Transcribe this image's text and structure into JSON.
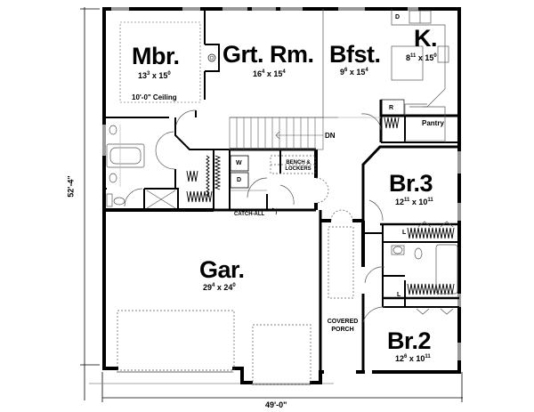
{
  "plan": {
    "overall_width": "49'-0\"",
    "overall_depth": "52'-4\"",
    "rooms": [
      {
        "id": "mbr",
        "name": "Mbr.",
        "dim_w": "13",
        "dim_w_sup": "3",
        "dim_d": "15",
        "dim_d_sup": "0",
        "note": "10'-0\" Ceiling"
      },
      {
        "id": "grt",
        "name": "Grt. Rm.",
        "dim_w": "16",
        "dim_w_sup": "4",
        "dim_d": "15",
        "dim_d_sup": "4"
      },
      {
        "id": "bfst",
        "name": "Bfst.",
        "dim_w": "9",
        "dim_w_sup": "6",
        "dim_d": "15",
        "dim_d_sup": "4"
      },
      {
        "id": "k",
        "name": "K.",
        "dim_w": "8",
        "dim_w_sup": "11",
        "dim_d": "15",
        "dim_d_sup": "0"
      },
      {
        "id": "br3",
        "name": "Br.3",
        "dim_w": "12",
        "dim_w_sup": "11",
        "dim_d": "10",
        "dim_d_sup": "11"
      },
      {
        "id": "br2",
        "name": "Br.2",
        "dim_w": "12",
        "dim_w_sup": "6",
        "dim_d": "10",
        "dim_d_sup": "11"
      },
      {
        "id": "gar",
        "name": "Gar.",
        "dim_w": "29",
        "dim_w_sup": "4",
        "dim_d": "24",
        "dim_d_sup": "0"
      }
    ],
    "labels": {
      "pantry": "Pantry",
      "dn": "DN",
      "covered_porch_1": "COVERED",
      "covered_porch_2": "PORCH",
      "bench_1": "BENCH &",
      "bench_2": "LOCKERS",
      "catch_all": "CATCH-ALL",
      "washer": "W",
      "dryer": "D",
      "dishwasher": "D",
      "refrigerator": "R",
      "linen_1": "L",
      "linen_2": "L",
      "x_symbol": "x"
    }
  }
}
